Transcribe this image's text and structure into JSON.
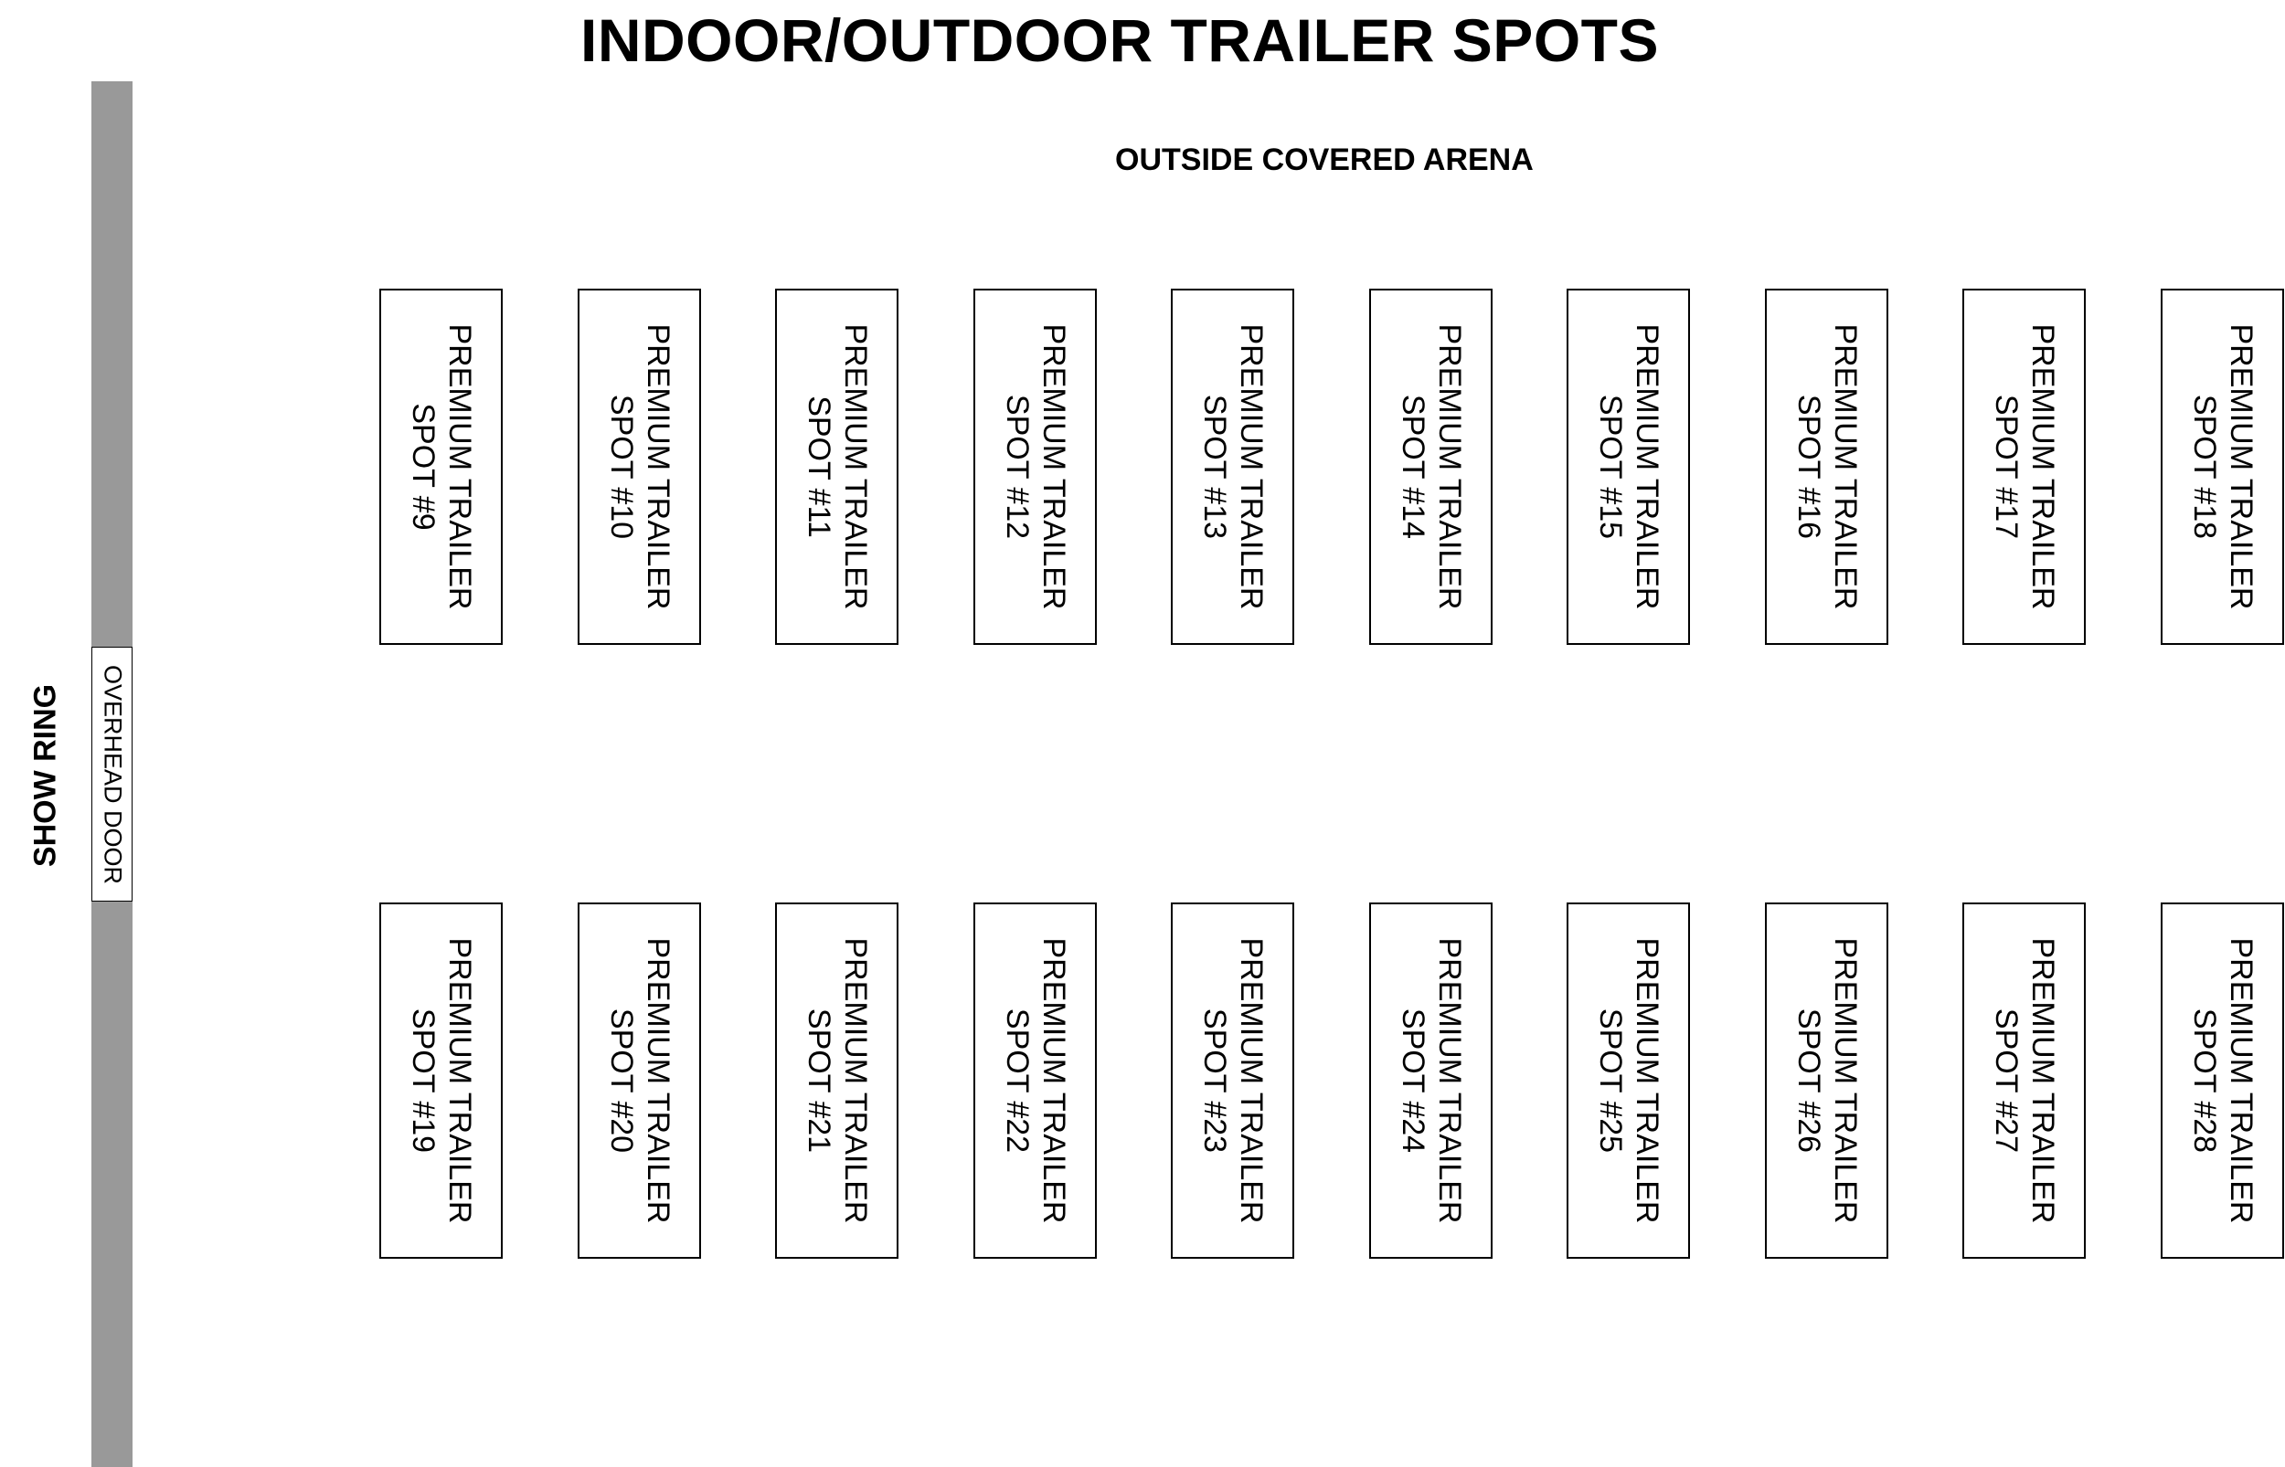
{
  "title": "INDOOR/OUTDOOR TRAILER SPOTS",
  "subtitle": "OUTSIDE COVERED ARENA",
  "side_label": "SHOW RING",
  "door_label": "OVERHEAD DOOR",
  "colors": {
    "wall": "#999999",
    "outline": "#000000",
    "background": "#ffffff"
  },
  "spot_label_line1": "PREMIUM TRAILER",
  "rows": [
    {
      "name": "top-row",
      "spots": [
        "SPOT #9",
        "SPOT #10",
        "SPOT #11",
        "SPOT #12",
        "SPOT #13",
        "SPOT #14",
        "SPOT #15",
        "SPOT #16",
        "SPOT #17",
        "SPOT #18"
      ]
    },
    {
      "name": "bottom-row",
      "spots": [
        "SPOT #19",
        "SPOT #20",
        "SPOT #21",
        "SPOT #22",
        "SPOT #23",
        "SPOT #24",
        "SPOT #25",
        "SPOT #26",
        "SPOT #27",
        "SPOT #28"
      ]
    }
  ]
}
